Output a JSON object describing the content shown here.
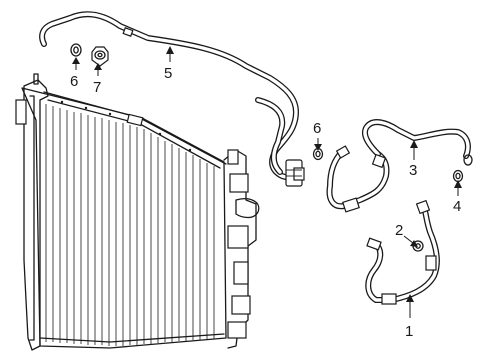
{
  "callouts": {
    "c1": "1",
    "c2": "2",
    "c3": "3",
    "c4": "4",
    "c5": "5",
    "c6a": "6",
    "c6b": "6",
    "c7": "7"
  },
  "colors": {
    "line": "#1a1a1a",
    "background": "#ffffff"
  }
}
